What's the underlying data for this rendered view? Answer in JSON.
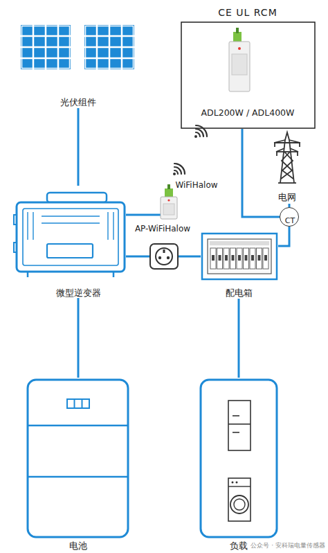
{
  "diagram": {
    "nodes": [
      {
        "text": [
          "光伏组件"
        ]
      },
      {
        "text": [
          "CE UL RCM",
          "ADL200W / ADL400W"
        ]
      },
      {
        "text": [
          "电网"
        ]
      },
      {
        "text": [
          "微型逆变器"
        ]
      },
      {
        "text": [
          "WiFiHalow",
          "AP-WiFiHalow"
        ]
      },
      {
        "text": [
          "配电箱"
        ]
      },
      {
        "text": [
          "CT"
        ]
      },
      {
        "text": [
          "电池"
        ]
      },
      {
        "text": [
          "负载"
        ]
      }
    ],
    "edges": [
      {
        "from": 0,
        "to": 3,
        "arrow": "none"
      },
      {
        "from": 3,
        "to": 4,
        "arrow": "none"
      },
      {
        "from": 3,
        "to": 5,
        "arrow": "none"
      },
      {
        "from": 5,
        "to": 6,
        "arrow": "none"
      },
      {
        "from": 6,
        "to": 2,
        "arrow": "none"
      },
      {
        "from": 1,
        "to": 6,
        "arrow": "none"
      },
      {
        "from": 7,
        "to": 3,
        "arrow": "none"
      },
      {
        "from": 5,
        "to": 8,
        "arrow": "none"
      }
    ],
    "labels": [
      "公众号 · 安科瑞电量传感器"
    ]
  }
}
